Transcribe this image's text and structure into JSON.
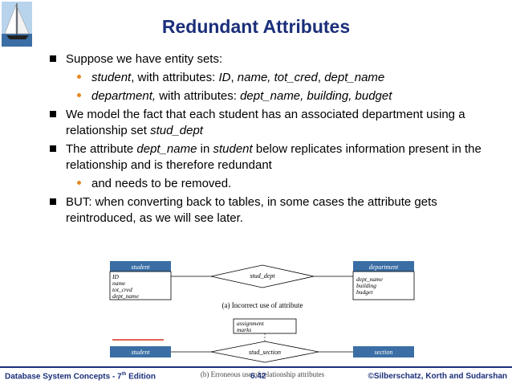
{
  "slide": {
    "title": "Redundant Attributes",
    "bullets": {
      "b1": "Suppose we have entity sets:",
      "b1a": {
        "name": "student",
        "sep": ", with attributes: ",
        "a1": "ID",
        "c1": ", ",
        "a2": "name, tot_cred",
        "c2": ", ",
        "a3": "dept_name"
      },
      "b1b": {
        "name": "department,",
        "sep": " with attributes: ",
        "attrs": "dept_name, building, budget"
      },
      "b2": {
        "text": "We model the fact that each student has an associated department using a relationship set ",
        "rel": "stud_dept"
      },
      "b3": {
        "t1": "The attribute ",
        "attr": "dept_name",
        "t2": " in ",
        "ent": "student",
        "t3": " below replicates information present in the relationship and is therefore  redundant"
      },
      "b3a": "and needs to be removed.",
      "b4": "BUT: when converting back to tables, in some cases the attribute gets reintroduced, as we will see later."
    }
  },
  "diagram": {
    "a": {
      "left_entity": "student",
      "left_attrs": [
        "ID",
        "name",
        "tot_cred",
        "dept_name"
      ],
      "relationship": "stud_dept",
      "right_entity": "department",
      "right_attrs": [
        "dept_name",
        "building",
        "budget"
      ],
      "caption": "(a) Incorrect use of attribute"
    },
    "b": {
      "attr_box": [
        "assignment",
        "marks"
      ],
      "left_entity": "student",
      "relationship": "stud_section",
      "right_entity": "section",
      "caption": "(b) Erroneous use of relationship attributes"
    }
  },
  "footer": {
    "left": "Database System Concepts - 7",
    "left_sup": "th",
    "left_end": " Edition",
    "page": "6.42",
    "right": "©Silberschatz, Korth and Sudarshan"
  },
  "colors": {
    "title": "#1b2f7a",
    "sub_bullet": "#e58a1f",
    "red_line": "#d9301a"
  }
}
